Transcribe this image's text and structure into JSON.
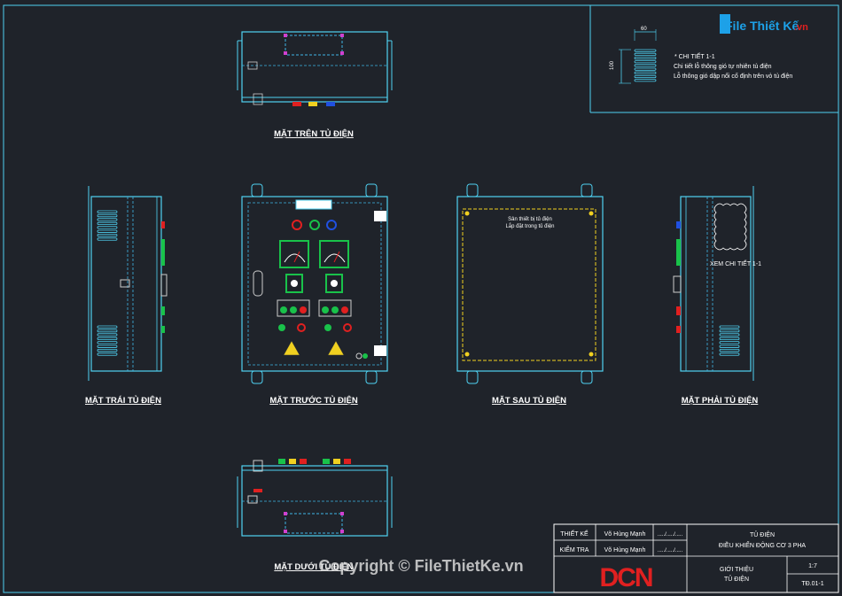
{
  "logo": {
    "text": "File Thiết Kế",
    "suffix": ".vn"
  },
  "detail": {
    "title": "* CHI TIẾT 1-1",
    "line1": "Chi tiết lỗ thông gió tự nhiên tủ điện",
    "line2": "Lỗ thông gió dập nổi cố định trên vỏ tủ điện",
    "dim_top": "60",
    "dim_side": "100"
  },
  "views": {
    "top": "MẶT TRÊN TỦ ĐIỆN",
    "front": "MẶT TRƯỚC TỦ ĐIỆN",
    "back": "MẶT SAU TỦ ĐIỆN",
    "left": "MẶT TRÁI TỦ ĐIỆN",
    "right": "MẶT PHẢI TỦ ĐIỆN",
    "bottom": "MẶT DƯỚI TỦ ĐIỆN"
  },
  "back_note": {
    "line1": "Sản thiết bị tủ điện",
    "line2": "Lắp đặt trong tủ điện"
  },
  "right_note": "XEM CHI TIẾT 1-1",
  "title_block": {
    "designer_label": "THIẾT KẾ",
    "designer_name": "Võ Hùng Mạnh",
    "checker_label": "KIỂM TRA",
    "checker_name": "Võ Hùng Mạnh",
    "date_placeholder": "...../...../.....",
    "project_line1": "TỦ ĐIỆN",
    "project_line2": "ĐIỀU KHIỂN ĐỘNG CƠ 3 PHA",
    "sheet_line1": "GIỚI THIỆU",
    "sheet_line2": "TỦ ĐIỆN",
    "scale": "1:7",
    "drawing_no": "TĐ.01-1",
    "company_logo": "DCN"
  },
  "watermark": "Copyright © FileThietKe.vn",
  "colors": {
    "background": "#1f232a",
    "line": "#4fd2f2",
    "dashed": "#3fb6e6",
    "yellow": "#f0d020",
    "green": "#19c24a",
    "red": "#e02020",
    "blue": "#2050e0",
    "magenta": "#d040d0",
    "logo_red": "#e02020"
  }
}
